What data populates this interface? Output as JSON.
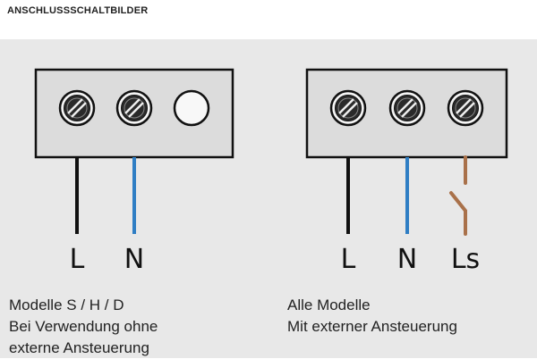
{
  "heading": "ANSCHLUSSSCHALTBILDER",
  "colors": {
    "background_panel": "#e8e8e8",
    "terminal_block_fill": "#dcdcdc",
    "wire_L": "#111111",
    "wire_N": "#2f7ec4",
    "wire_Ls": "#a9714a"
  },
  "diagrams": [
    {
      "terminals": [
        "screw",
        "screw",
        "empty"
      ],
      "wires": [
        {
          "label": "L",
          "color": "black"
        },
        {
          "label": "N",
          "color": "blue"
        }
      ],
      "caption": [
        "Modelle S / H / D",
        "Bei Verwendung ohne",
        "externe Ansteuerung"
      ]
    },
    {
      "terminals": [
        "screw",
        "screw",
        "screw"
      ],
      "wires": [
        {
          "label": "L",
          "color": "black"
        },
        {
          "label": "N",
          "color": "blue"
        },
        {
          "label": "Ls",
          "color": "brown",
          "switch": "open"
        }
      ],
      "caption": [
        "Alle Modelle",
        "Mit externer Ansteuerung"
      ]
    }
  ]
}
